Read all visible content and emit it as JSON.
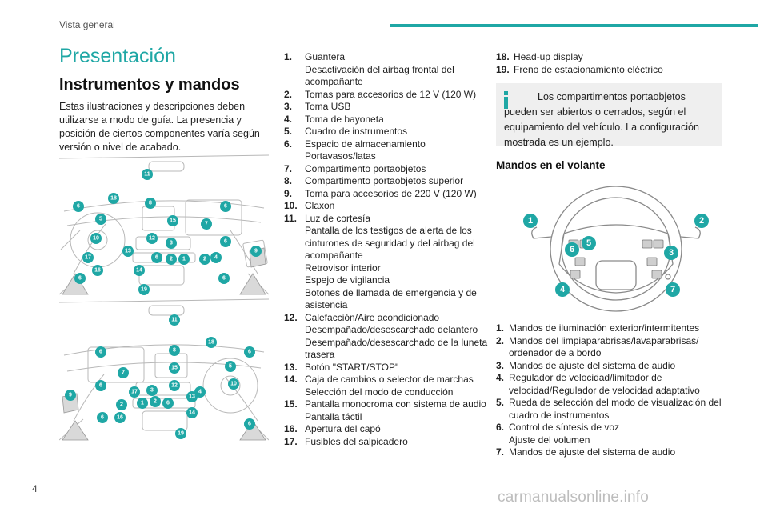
{
  "header": {
    "running_title": "Vista general"
  },
  "page": {
    "title": "Presentación",
    "number": "4"
  },
  "section": {
    "title": "Instrumentos y mandos",
    "intro": "Estas ilustraciones y descripciones deben utilizarse a modo de guía. La presencia y posición de ciertos componentes varía según versión o nivel de acabado."
  },
  "dashboard_items": [
    {
      "num": "1.",
      "lines": [
        "Guantera",
        "Desactivación del airbag frontal del acompañante"
      ]
    },
    {
      "num": "2.",
      "lines": [
        "Tomas para accesorios de 12 V (120 W)"
      ]
    },
    {
      "num": "3.",
      "lines": [
        "Toma USB"
      ]
    },
    {
      "num": "4.",
      "lines": [
        "Toma de bayoneta"
      ]
    },
    {
      "num": "5.",
      "lines": [
        "Cuadro de instrumentos"
      ]
    },
    {
      "num": "6.",
      "lines": [
        "Espacio de almacenamiento",
        "Portavasos/latas"
      ]
    },
    {
      "num": "7.",
      "lines": [
        "Compartimento portaobjetos"
      ]
    },
    {
      "num": "8.",
      "lines": [
        "Compartimento portaobjetos superior"
      ]
    },
    {
      "num": "9.",
      "lines": [
        "Toma para accesorios de 220 V (120 W)"
      ]
    },
    {
      "num": "10.",
      "lines": [
        "Claxon"
      ]
    },
    {
      "num": "11.",
      "lines": [
        "Luz de cortesía",
        "Pantalla de los testigos de alerta de los cinturones de seguridad y del airbag del acompañante",
        "Retrovisor interior",
        "Espejo de vigilancia",
        "Botones de llamada de emergencia y de asistencia"
      ]
    },
    {
      "num": "12.",
      "lines": [
        "Calefacción/Aire acondicionado",
        "Desempañado/desescarchado delantero",
        "Desempañado/desescarchado de la luneta trasera"
      ]
    },
    {
      "num": "13.",
      "lines": [
        "Botón \"START/STOP\""
      ]
    },
    {
      "num": "14.",
      "lines": [
        "Caja de cambios o selector de marchas",
        "Selección del modo de conducción"
      ]
    },
    {
      "num": "15.",
      "lines": [
        "Pantalla monocroma con sistema de audio",
        "Pantalla táctil"
      ]
    },
    {
      "num": "16.",
      "lines": [
        "Apertura del capó"
      ]
    },
    {
      "num": "17.",
      "lines": [
        "Fusibles del salpicadero"
      ]
    },
    {
      "num": "18.",
      "lines": [
        "Head-up display"
      ]
    },
    {
      "num": "19.",
      "lines": [
        "Freno de estacionamiento eléctrico"
      ]
    }
  ],
  "info_note": "Los compartimentos portaobjetos pueden ser abiertos o cerrados, según el equipamiento del vehículo. La configuración mostrada es un ejemplo.",
  "wheel_section": {
    "title": "Mandos en el volante",
    "items": [
      {
        "num": "1.",
        "lines": [
          "Mandos de iluminación exterior/intermitentes"
        ]
      },
      {
        "num": "2.",
        "lines": [
          "Mandos del limpiaparabrisas/lavaparabrisas/ ordenador de a bordo"
        ]
      },
      {
        "num": "3.",
        "lines": [
          "Mandos de ajuste del sistema de audio"
        ]
      },
      {
        "num": "4.",
        "lines": [
          "Regulador de velocidad/limitador de velocidad/Regulador de velocidad adaptativo"
        ]
      },
      {
        "num": "5.",
        "lines": [
          "Rueda de selección del modo de visualización del cuadro de instrumentos"
        ]
      },
      {
        "num": "6.",
        "lines": [
          "Control de síntesis de voz",
          "Ajuste del volumen"
        ]
      },
      {
        "num": "7.",
        "lines": [
          "Mandos de ajuste del sistema de audio"
        ]
      }
    ]
  },
  "callouts": {
    "top": [
      "11",
      "18",
      "8",
      "6",
      "6",
      "5",
      "15",
      "7",
      "10",
      "12",
      "3",
      "6",
      "9",
      "13",
      "6",
      "2",
      "1",
      "2",
      "4",
      "17",
      "16",
      "14",
      "6",
      "6",
      "19"
    ],
    "bottom": [
      "11",
      "18",
      "8",
      "6",
      "6",
      "5",
      "15",
      "7",
      "10",
      "12",
      "6",
      "3",
      "4",
      "17",
      "9",
      "2",
      "1",
      "2",
      "6",
      "13",
      "6",
      "16",
      "14",
      "6",
      "19"
    ],
    "wheel": [
      "1",
      "2",
      "5",
      "6",
      "3",
      "4",
      "7"
    ]
  },
  "colors": {
    "accent": "#1fa7a5",
    "info_bg": "#efefef",
    "callout": "#1fa7a5"
  },
  "watermark": "carmanualsonline.info"
}
